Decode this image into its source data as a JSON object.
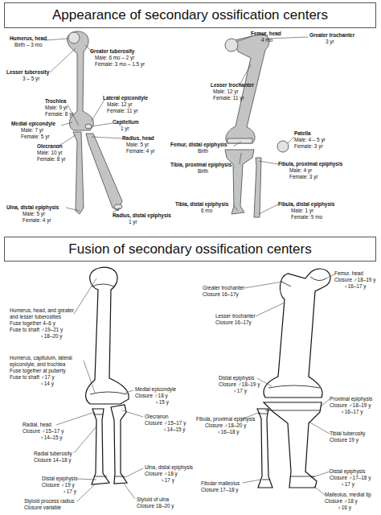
{
  "diagram": {
    "nodes": [
      {
        "text": [
          "Appearance of secondary ossification centers"
        ]
      },
      {
        "text": [
          "Fusion of secondary ossification centers"
        ]
      }
    ],
    "labels": [
      "Humerus, head",
      "Birth – 3 mo",
      "Greater tuberosity",
      "Male: 6 mo – 2 yr",
      "Female: 3 mo – 1.5 yr",
      "Lesser tuberosity",
      "3 – 5 yr",
      "Trochlea",
      "Male: 9 yr",
      "Female: 8 yr",
      "Lateral epicondyle",
      "Male: 12 yr",
      "Female: 11 yr",
      "Medial epicondyle",
      "Male: 7 yr",
      "Female: 5 yr",
      "Capitellum",
      "1 yr",
      "Olecranon",
      "Male: 10 yr",
      "Female: 8 yr",
      "Radius, head",
      "Male: 5 yr",
      "Female: 4 yr",
      "Ulna, distal epiphysis",
      "Male: 5 yr",
      "Female: 4 yr",
      "Radius, distal epiphysis",
      "1 yr",
      "Femur, head",
      "4 mo",
      "Greater trochanter",
      "3 yr",
      "Lesser trochanter",
      "Male: 12 yr",
      "Female: 11 yr",
      "Femur, distal epiphysis",
      "Birth",
      "Patella",
      "Male: 4 – 5 yr",
      "Female: 3 yr",
      "Tibia, proximal epiphysis",
      "Birth",
      "Fibula, proximal epiphysis",
      "Male: 4 yr",
      "Female: 3 yr",
      "Tibia, distal epiphysis",
      "6 mo",
      "Fibula, distal epiphysis",
      "Male: 1 yr",
      "Female: 9 mo",
      "Humerus, head, and greater and lesser tuberosities",
      "Fuse together 4–6 y",
      "Fuse to shaft ♂19–21 y",
      "♀18–20 y",
      "Humerus, capitulum, lateral epicondyle, and trochlea",
      "Fuse together at puberty",
      "Fuse to shaft ♂17 y",
      "♀14 y",
      "Medial epicondyle",
      "Closure ♂18 y",
      "♀15 y",
      "Olecranon",
      "Closure ♂15–17 y",
      "♀14–15 y",
      "Radial, head",
      "Closure ♂15–17 y",
      "♀14–15 y",
      "Radial tuberosity",
      "Closure 14–18 y",
      "Distal epiphysis",
      "Closure ♂19 y",
      "♀17 y",
      "Ulna, distal epiphysis",
      "Closure ♂18 y",
      "♀17 y",
      "Styloid process radius",
      "Closure variable",
      "Styloid of ulna",
      "Closure 18–20 y",
      "Greater trochanter",
      "Closure 16–17y",
      "Femur, head",
      "Closure ♂18–19 y",
      "♀16–17 y",
      "Lesser trochanter",
      "Closure 16–17y",
      "Distal epiphysis",
      "Closure ♂18–19 y",
      "♀17 y",
      "Proximal epiphysis",
      "Closure ♂18–19 y",
      "♀16–17 y",
      "Fibula, proximal epiphysis",
      "Closure ♂18–20 y",
      "♀16–18 y",
      "Tibial tuberosity",
      "Closure 19 y",
      "Distal epiphysis",
      "Closure ♂17–18 y",
      "♀17 y",
      "Fibular malleolus",
      "Closure 17–18 y",
      "Malleolus, medial tip",
      "Closure ♂18 y",
      "♀16 y"
    ]
  }
}
